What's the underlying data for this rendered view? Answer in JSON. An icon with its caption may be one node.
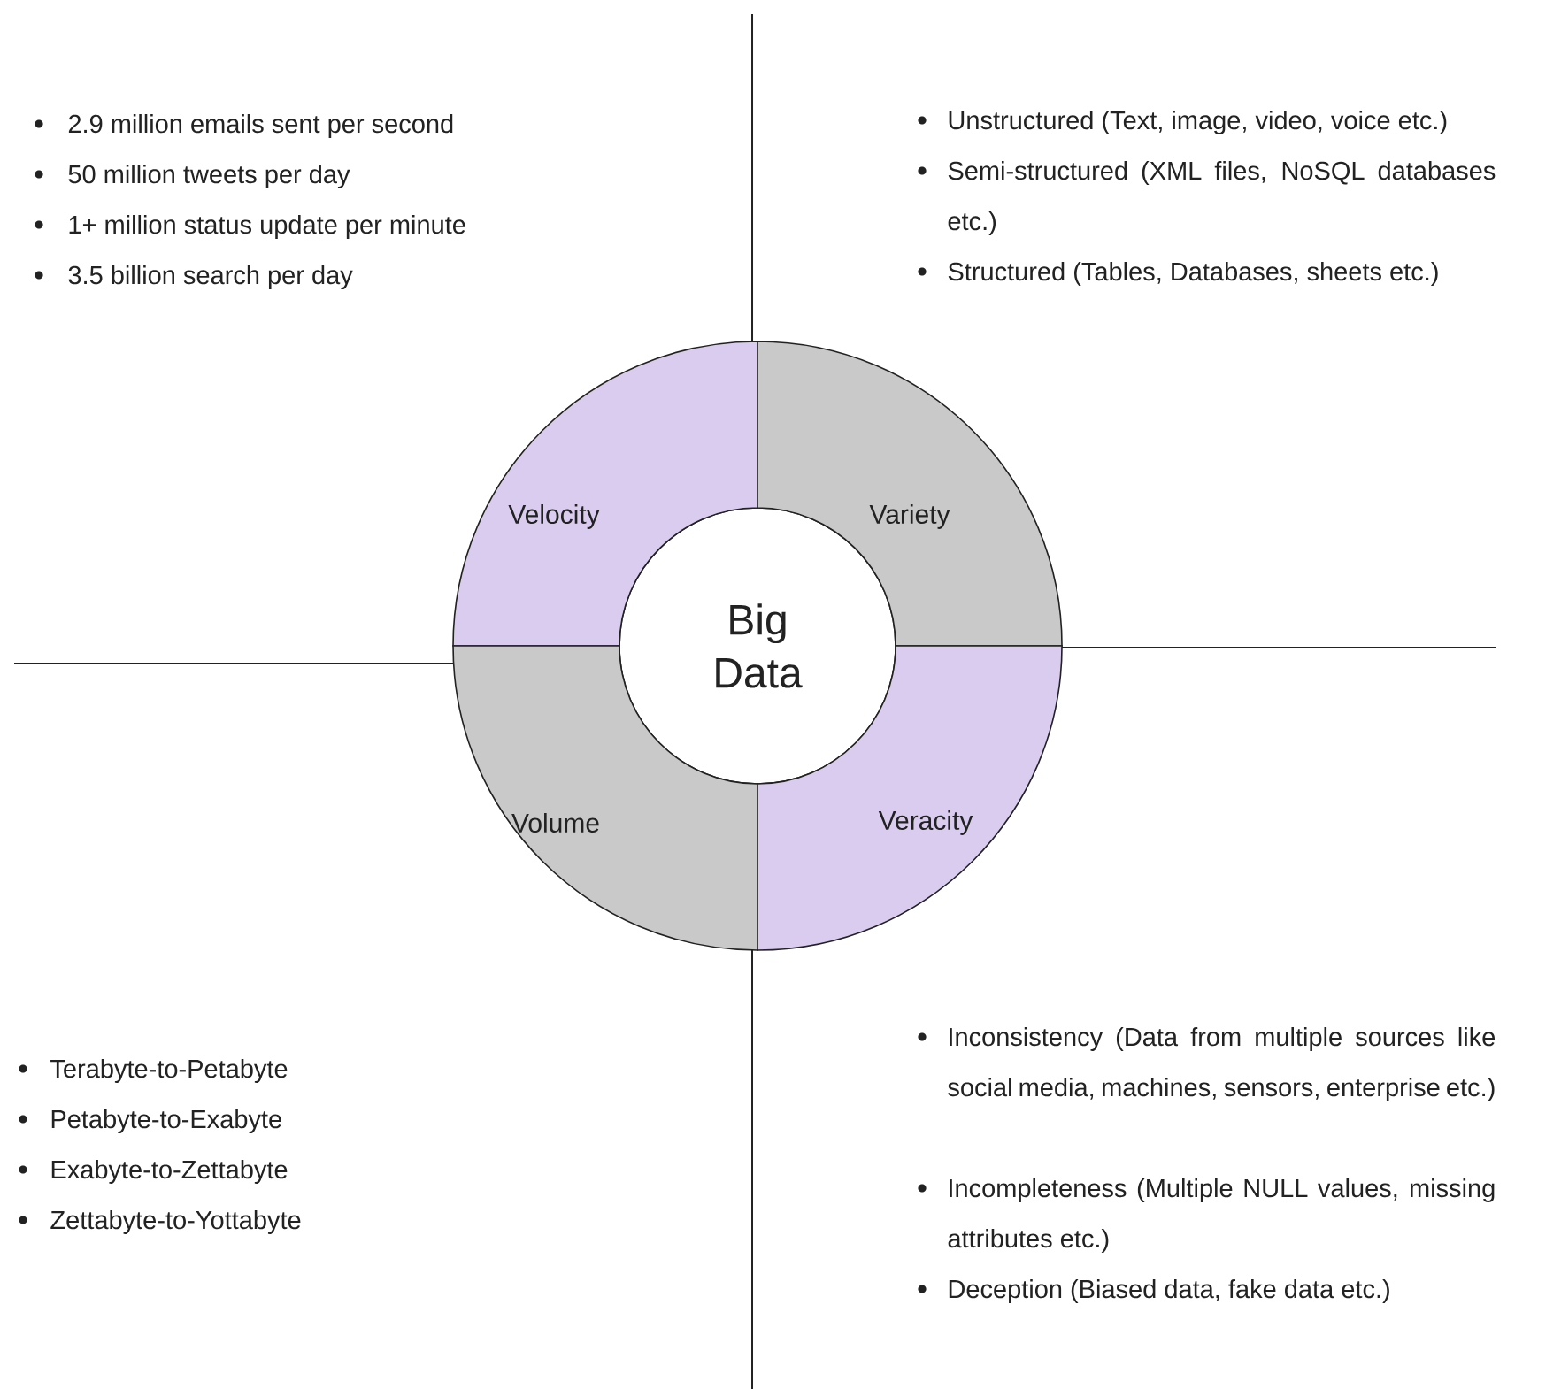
{
  "diagram": {
    "nodes": [
      {
        "text": [
          "Big Data"
        ]
      },
      {
        "text": [
          "Velocity"
        ]
      },
      {
        "text": [
          "Variety"
        ]
      },
      {
        "text": [
          "Volume"
        ]
      },
      {
        "text": [
          "Veracity"
        ]
      }
    ],
    "labels": [
      "2.9 million emails sent per second",
      "50 million tweets per day",
      "1+ million status update per minute",
      "3.5 billion search per day",
      "Unstructured (Text, image, video, voice etc.)",
      "Semi-structured (XML files, NoSQL databases etc.)",
      "Structured (Tables, Databases, sheets etc.)",
      "Terabyte-to-Petabyte",
      "Petabyte-to-Exabyte",
      "Exabyte-to-Zettabyte",
      "Zettabyte-to-Yottabyte",
      "Inconsistency (Data from multiple sources like social media, machines, sensors, enterprise etc.)",
      "Incompleteness (Multiple NULL values, missing attributes etc.)",
      "Deception (Biased data, fake data etc.)"
    ]
  }
}
